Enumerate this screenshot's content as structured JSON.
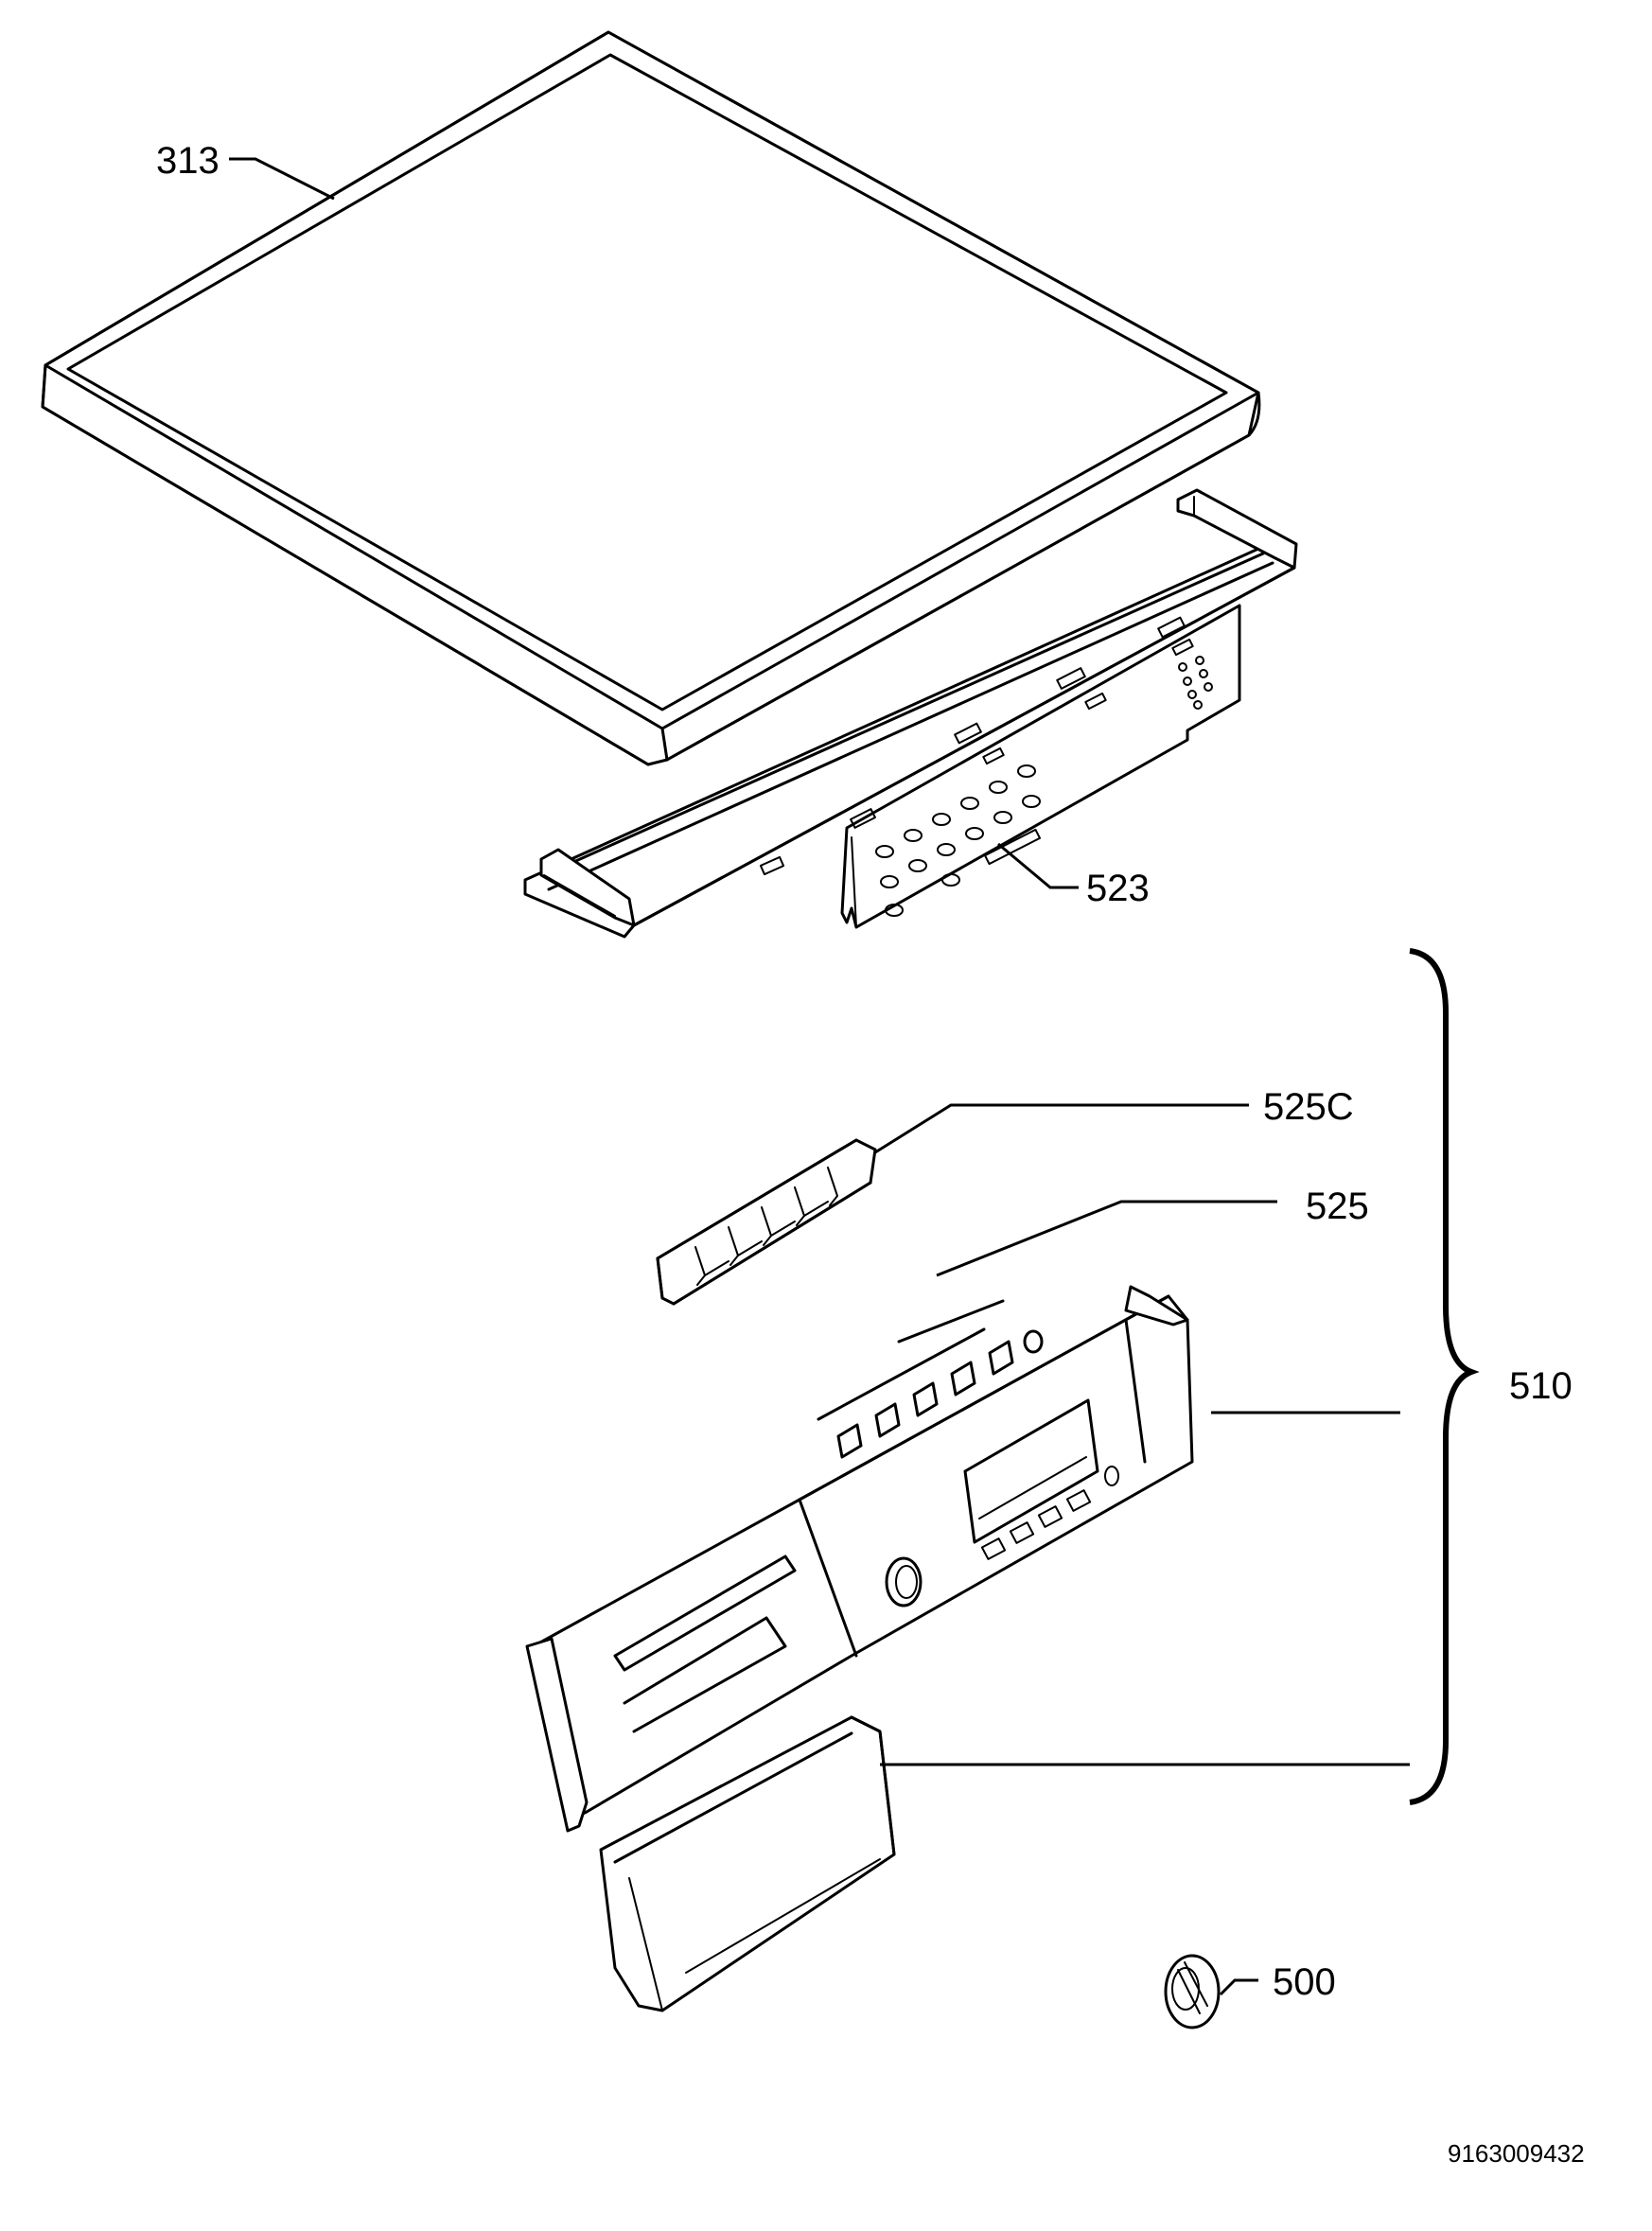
{
  "labels": {
    "top_cover": "313",
    "control_frame": "523",
    "button_bar": "525C",
    "buttons": "525",
    "control_panel_assembly": "510",
    "knob": "500"
  },
  "doc_id": "9163009432"
}
